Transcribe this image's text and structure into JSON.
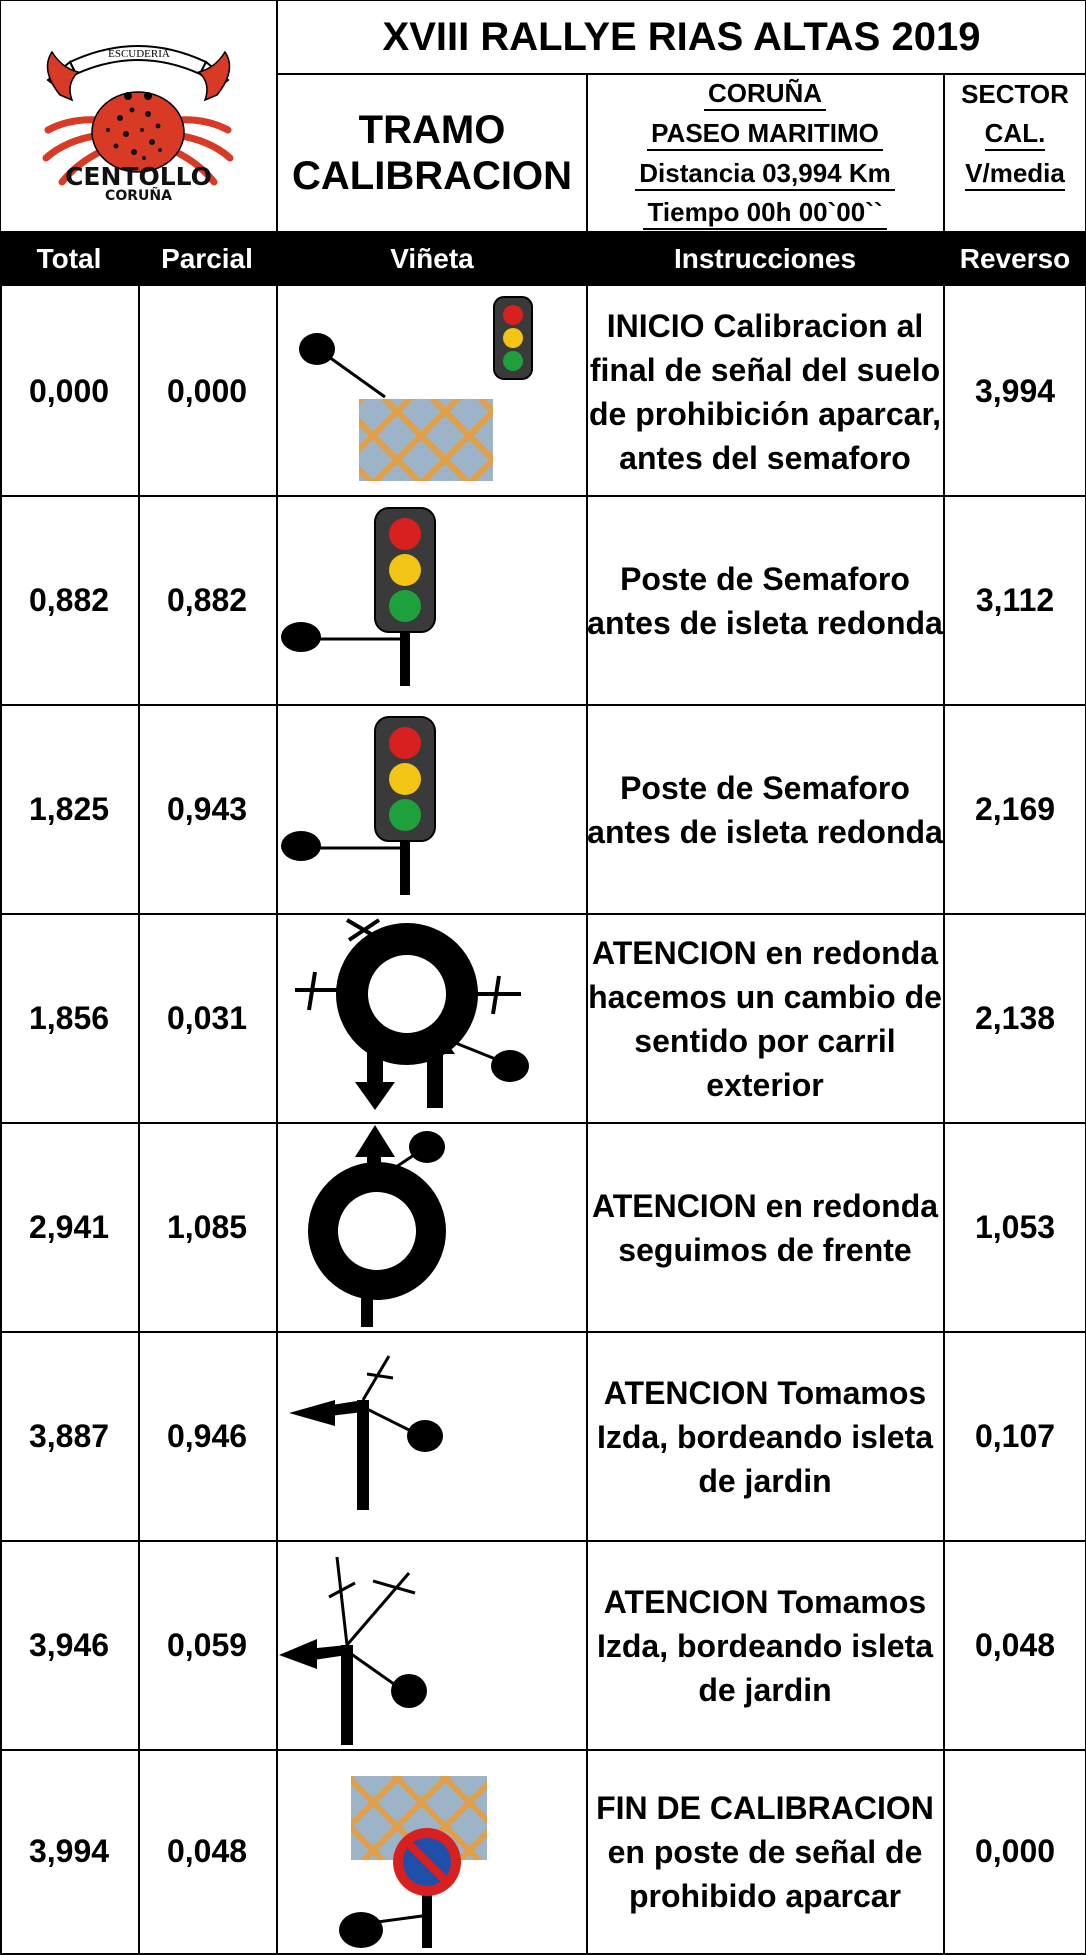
{
  "header": {
    "title": "XVIII RALLYE RIAS ALTAS 2019",
    "tramo_line1": "TRAMO",
    "tramo_line2": "CALIBRACION",
    "city": "CORUÑA",
    "street": "PASEO MARITIMO",
    "distance": "Distancia 03,994 Km",
    "time": "Tiempo 00h 00`00``",
    "sector_line1": "SECTOR",
    "sector_line2": "CAL.",
    "sector_line3": "V/media"
  },
  "logo": {
    "top_text": "ESCUDERIA",
    "name": "CENTOLLO",
    "city": "CORUÑA",
    "color": "#d83a26"
  },
  "columns": [
    "Total",
    "Parcial",
    "Viñeta",
    "Instrucciones",
    "Reverso"
  ],
  "rows": [
    {
      "total": "0,000",
      "parcial": "0,000",
      "instruction": "INICIO Calibracion al final de señal del suelo de prohibición aparcar, antes del semaforo",
      "reverso": "3,994",
      "vineta": "traffic-light-small-with-no-parking-pavement"
    },
    {
      "total": "0,882",
      "parcial": "0,882",
      "instruction": "Poste de Semaforo antes de isleta redonda",
      "reverso": "3,112",
      "vineta": "traffic-light-pole"
    },
    {
      "total": "1,825",
      "parcial": "0,943",
      "instruction": "Poste de Semaforo antes de isleta redonda",
      "reverso": "2,169",
      "vineta": "traffic-light-pole"
    },
    {
      "total": "1,856",
      "parcial": "0,031",
      "instruction": "ATENCION en redonda hacemos un cambio de sentido por carril exterior",
      "reverso": "2,138",
      "vineta": "roundabout-u-turn"
    },
    {
      "total": "2,941",
      "parcial": "1,085",
      "instruction": "ATENCION en redonda seguimos de frente",
      "reverso": "1,053",
      "vineta": "roundabout-straight"
    },
    {
      "total": "3,887",
      "parcial": "0,946",
      "instruction": "ATENCION Tomamos Izda, bordeando isleta de jardin",
      "reverso": "0,107",
      "vineta": "junction-left"
    },
    {
      "total": "3,946",
      "parcial": "0,059",
      "instruction": "ATENCION Tomamos Izda, bordeando isleta de jardin",
      "reverso": "0,048",
      "vineta": "junction-left-double"
    },
    {
      "total": "3,994",
      "parcial": "0,048",
      "instruction": "FIN DE CALIBRACION en poste de señal de prohibido aparcar",
      "reverso": "0,000",
      "vineta": "no-parking-sign-with-pavement"
    }
  ]
}
